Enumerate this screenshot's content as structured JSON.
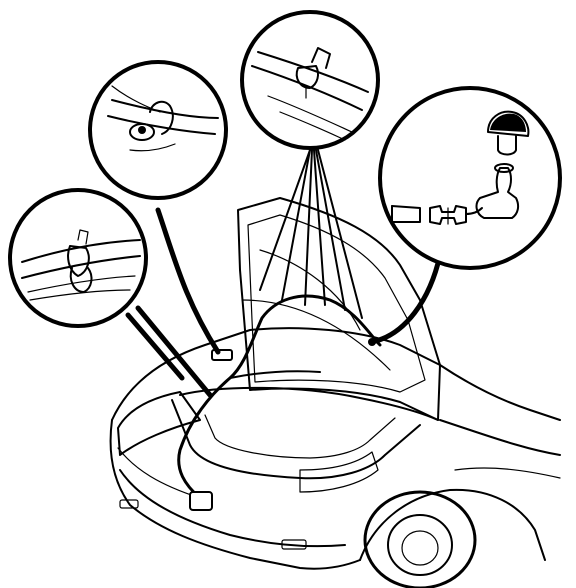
{
  "diagram": {
    "kind": "line-art",
    "callouts": [
      {
        "name": "detail-hose-clip-left",
        "shows": "hose-clip"
      },
      {
        "name": "detail-hose-clamp-stud",
        "shows": "hose-clamp"
      },
      {
        "name": "detail-hose-clip-hood",
        "shows": "hose-clip"
      },
      {
        "name": "detail-washer-nozzle-joint",
        "shows": "washer-nozzle-and-joint"
      }
    ],
    "stroke_color": "#000000",
    "background_color": "#ffffff"
  }
}
